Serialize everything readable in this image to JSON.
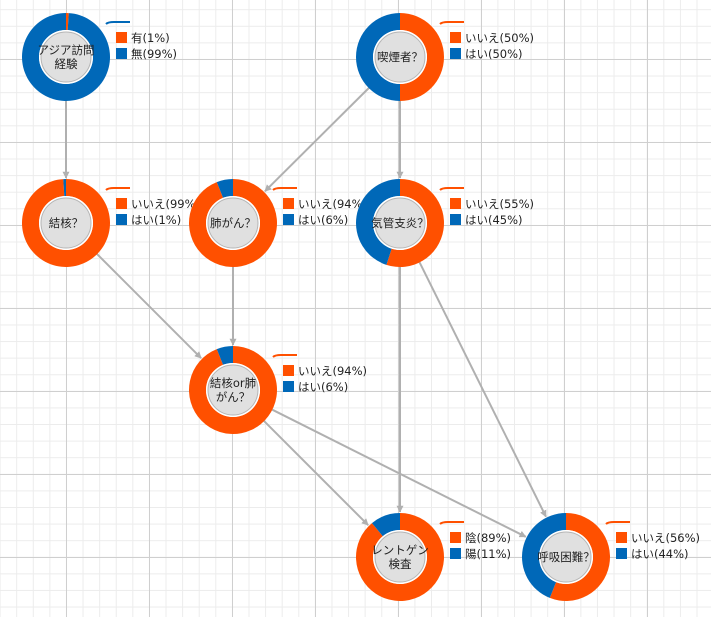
{
  "colors": {
    "orange": "#ff5000",
    "blue": "#0068b8",
    "edge": "#b0b0b0",
    "center": "#e0e0e0"
  },
  "nodes": [
    {
      "id": "asia",
      "label": [
        "アジア訪問",
        "経験"
      ],
      "states": [
        {
          "label": "有(1%)",
          "p": 0.01
        },
        {
          "label": "無(99%)",
          "p": 0.99
        }
      ]
    },
    {
      "id": "smoke",
      "label": [
        "喫煙者？"
      ],
      "states": [
        {
          "label": "いいえ(50%)",
          "p": 0.5
        },
        {
          "label": "はい(50%)",
          "p": 0.5
        }
      ]
    },
    {
      "id": "tub",
      "label": [
        "結核？"
      ],
      "states": [
        {
          "label": "いいえ(99%",
          "p": 0.99
        },
        {
          "label": "はい(1%)",
          "p": 0.01
        }
      ]
    },
    {
      "id": "lung",
      "label": [
        "肺がん？"
      ],
      "states": [
        {
          "label": "いいえ(94%",
          "p": 0.94
        },
        {
          "label": "はい(6%)",
          "p": 0.06
        }
      ]
    },
    {
      "id": "bronc",
      "label": [
        "気管支炎？"
      ],
      "states": [
        {
          "label": "いいえ(55%)",
          "p": 0.55
        },
        {
          "label": "はい(45%)",
          "p": 0.45
        }
      ]
    },
    {
      "id": "either",
      "label": [
        "結核or肺",
        "がん？"
      ],
      "states": [
        {
          "label": "いいえ(94%)",
          "p": 0.94
        },
        {
          "label": "はい(6%)",
          "p": 0.06
        }
      ]
    },
    {
      "id": "xray",
      "label": [
        "レントゲン",
        "検査"
      ],
      "states": [
        {
          "label": "陰(89%)",
          "p": 0.89
        },
        {
          "label": "陽(11%)",
          "p": 0.11
        }
      ]
    },
    {
      "id": "dysp",
      "label": [
        "呼吸困難？"
      ],
      "states": [
        {
          "label": "いいえ(56%)",
          "p": 0.56
        },
        {
          "label": "はい(44%)",
          "p": 0.44
        }
      ]
    }
  ],
  "edges": [
    [
      "asia",
      "tub"
    ],
    [
      "smoke",
      "lung"
    ],
    [
      "smoke",
      "bronc"
    ],
    [
      "tub",
      "either"
    ],
    [
      "lung",
      "either"
    ],
    [
      "either",
      "xray"
    ],
    [
      "either",
      "dysp"
    ],
    [
      "bronc",
      "xray"
    ],
    [
      "bronc",
      "dysp"
    ]
  ]
}
